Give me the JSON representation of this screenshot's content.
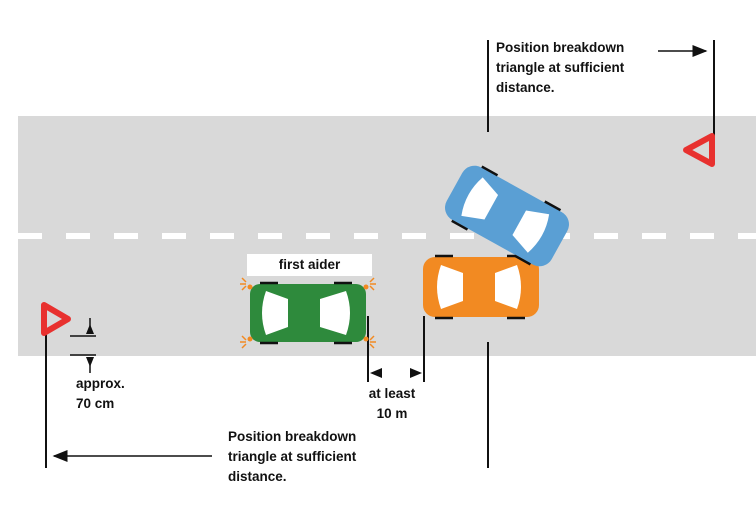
{
  "labels": {
    "position_right": [
      "Position breakdown",
      "triangle at sufficient",
      "distance."
    ],
    "position_left": [
      "Position breakdown",
      "triangle at sufficient",
      "distance."
    ],
    "first_aider": "first aider",
    "approx": [
      "approx.",
      "70 cm"
    ],
    "at_least": [
      "at least",
      "10 m"
    ]
  },
  "colors": {
    "road": "#d9d9d9",
    "lane_marking": "#ffffff",
    "triangle": "#e8312f",
    "first_aider_car": "#2e8a3c",
    "orange_car": "#f28a22",
    "blue_car": "#5a9fd4",
    "hazard_light": "#f28a22",
    "ink": "#111111"
  },
  "icons": {
    "warning_triangle": "warning-triangle-icon",
    "car": "car-icon",
    "arrow": "arrow-icon"
  }
}
